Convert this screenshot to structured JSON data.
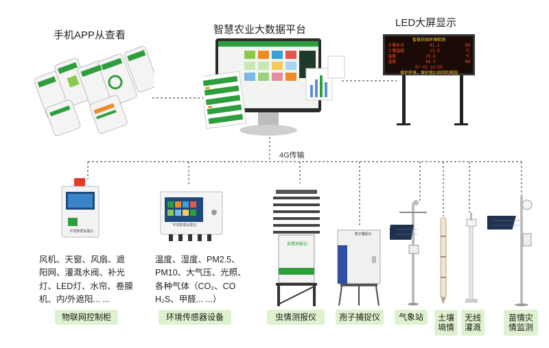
{
  "headers": {
    "app": "手机APP从查看",
    "platform": "智慧农业大数据平台",
    "led": "LED大屏显示"
  },
  "network_label": "4G传输",
  "led_screen": {
    "title": "智慧农田环境检测",
    "rows": [
      {
        "name": "土壤水分",
        "value": "41.1",
        "unit": "RH"
      },
      {
        "name": "土壤温度",
        "value": "21.5",
        "unit": "℃"
      },
      {
        "name": "温度",
        "value": "25.6",
        "unit": "℃"
      },
      {
        "name": "湿度",
        "value": "56.7",
        "unit": "RH"
      }
    ],
    "time": "07-02 16:59",
    "slogan": "保护环境，保护我们共同的家园"
  },
  "control_cabinet": {
    "panel_text": "环境数据采集仪",
    "desc_lines": [
      "风机、天窗、风扇、遮",
      "阳网、灌溉水阀、补光",
      "灯、LED灯、水帘、卷膜",
      "机、内/外遮阳... ..."
    ],
    "label": "物联网控制柜"
  },
  "sensor_box": {
    "panel_text": "环境数据采集仪",
    "desc_lines": [
      "温度、湿度、PM2.5、",
      "PM10、大气压、光照、",
      "各种气体（CO₂、CO",
      "H₂S、甲醛... ...）"
    ],
    "label": "环境传感器设备"
  },
  "devices": [
    {
      "id": "insect",
      "label": "虫情测报仪",
      "sign": "虫情测报仪"
    },
    {
      "id": "spore",
      "label": "孢子捕捉仪",
      "sign": "孢子捕捉仪"
    },
    {
      "id": "weather",
      "label": "气象站"
    },
    {
      "id": "soil",
      "label": "土壤\n墒情"
    },
    {
      "id": "irrigation",
      "label": "无线\n灌溉"
    },
    {
      "id": "seedling",
      "label": "苗情灾\n情监测"
    }
  ],
  "colors": {
    "label_bg": "#dff2cf",
    "brand_green": "#2e9e3c",
    "line": "#555555"
  }
}
